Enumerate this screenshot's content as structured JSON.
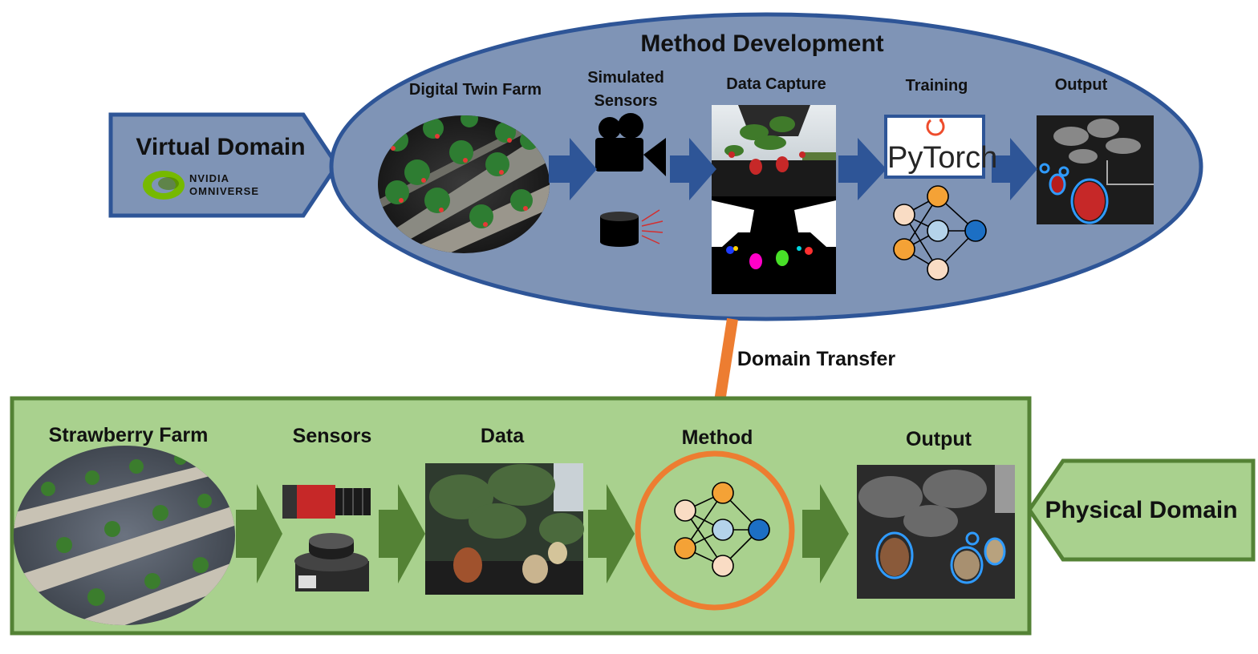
{
  "virtual": {
    "title": "Method Development",
    "domain_label": "Virtual Domain",
    "logo_line1": "NVIDIA",
    "logo_line2": "OMNIVERSE",
    "stages": {
      "farm": "Digital Twin Farm",
      "sensors_line1": "Simulated",
      "sensors_line2": "Sensors",
      "capture": "Data Capture",
      "training": "Training",
      "output": "Output"
    },
    "pytorch_text": "PyTorch"
  },
  "transfer_label": "Domain Transfer",
  "physical": {
    "domain_label": "Physical Domain",
    "stages": {
      "farm": "Strawberry Farm",
      "sensors": "Sensors",
      "data": "Data",
      "method": "Method",
      "output": "Output"
    }
  },
  "colors": {
    "ellipse_fill": "#7f94b6",
    "ellipse_stroke": "#2e5597",
    "arrow_blue": "#2e5597",
    "green_fill": "#a9d18e",
    "green_stroke": "#548235",
    "arrow_green": "#548235",
    "orange": "#ed7d31"
  }
}
